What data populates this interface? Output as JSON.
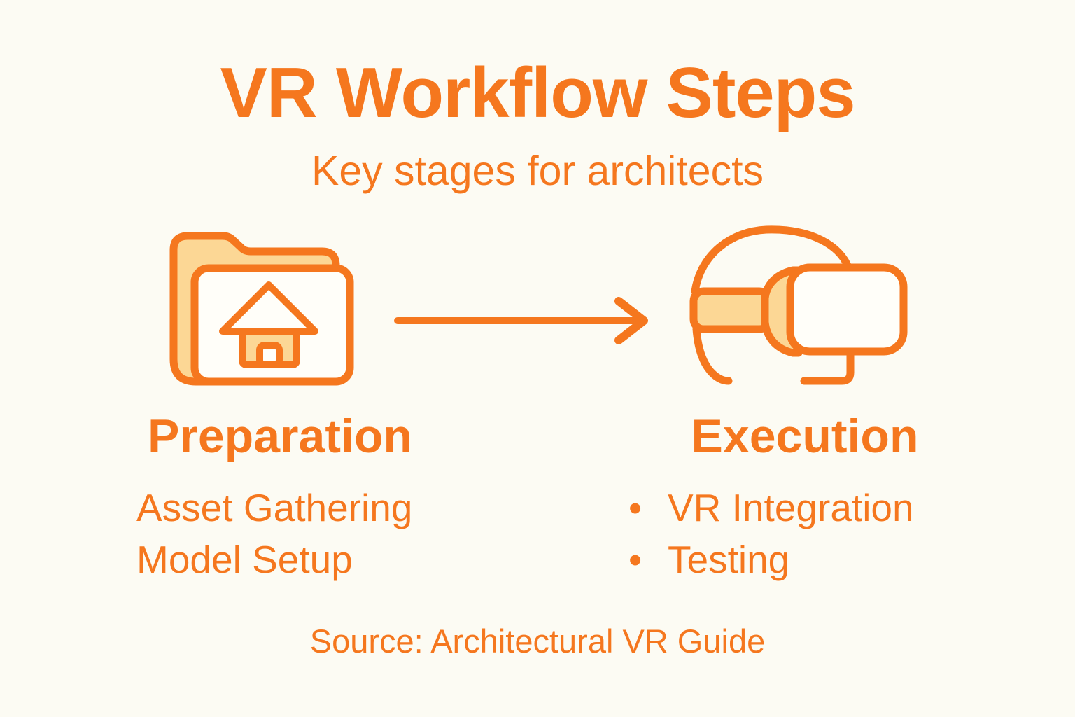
{
  "colors": {
    "background": "#FCFBF3",
    "accent_orange": "#F5771E",
    "fill_light_orange": "#FCD795",
    "fill_white": "#FFFEF9"
  },
  "header": {
    "title": "VR Workflow Steps",
    "subtitle": "Key stages for architects"
  },
  "steps": [
    {
      "title": "Preparation",
      "icon": "folder-house-icon",
      "items": [
        "Asset Gathering",
        "Model Setup"
      ]
    },
    {
      "title": "Execution",
      "icon": "vr-headset-icon",
      "bullet_char": "•",
      "items": [
        "VR Integration",
        "Testing"
      ]
    }
  ],
  "connector": {
    "icon": "arrow-right-icon",
    "direction": "left-to-right"
  },
  "footer": {
    "source": "Source: Architectural VR Guide"
  }
}
